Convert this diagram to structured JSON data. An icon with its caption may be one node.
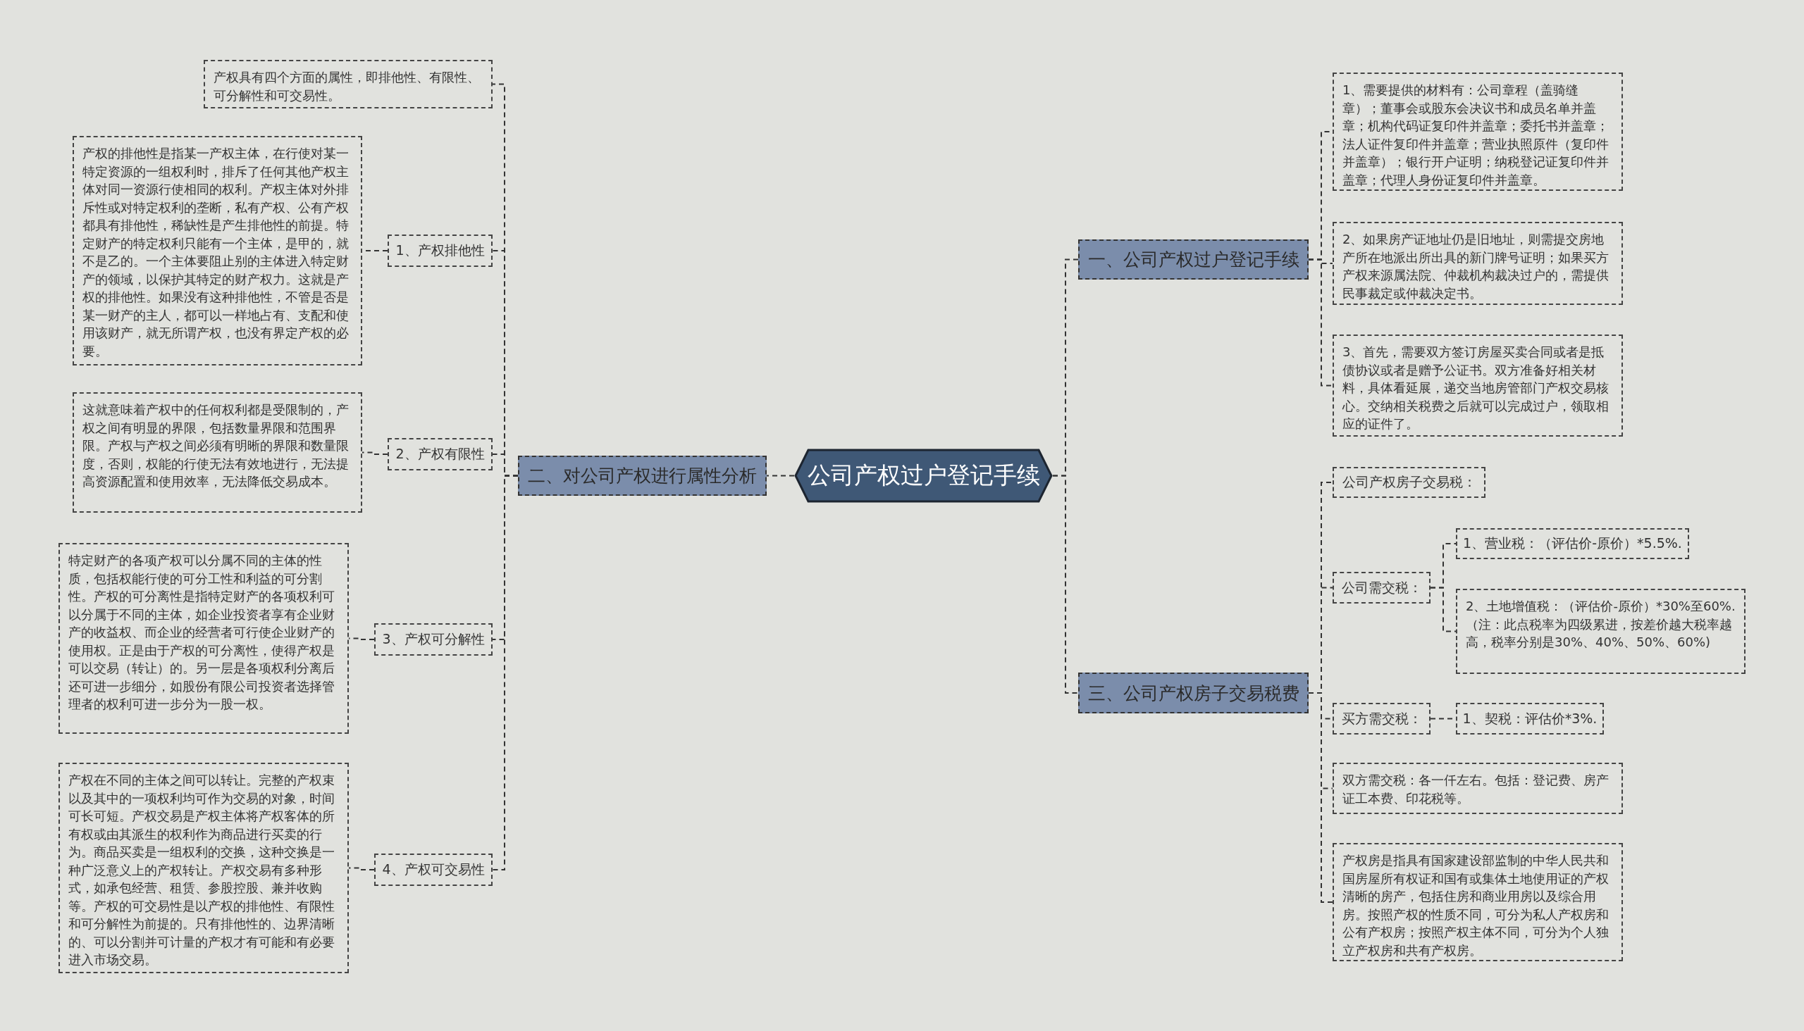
{
  "diagram": {
    "nodes": [
      {
        "text": [
          "公司产权过户登记手续"
        ]
      },
      {
        "text": [
          "一、公司产权过户登记手续"
        ]
      },
      {
        "text": [
          "1、需要提供的材料有：公司章程（盖骑缝章）；董事会或股东会决议书和成员名单并盖章；机构代码证复印件并盖章；委托书并盖章；法人证件复印件并盖章；营业执照原件（复印件并盖章）；银行开户证明；纳税登记证复印件并盖章；代理人身份证复印件并盖章。"
        ]
      },
      {
        "text": [
          "2、如果房产证地址仍是旧地址，则需提交房地产所在地派出所出具的新门牌号证明；如果买方产权来源属法院、仲裁机构裁决过户的，需提供民事裁定或仲裁决定书。"
        ]
      },
      {
        "text": [
          "3、首先，需要双方签订房屋买卖合同或者是抵债协议或者是赠予公证书。双方准备好相关材料，具体看延展，递交当地房管部门产权交易核心。交纳相关税费之后就可以完成过户，领取相应的证件了。"
        ]
      },
      {
        "text": [
          "二、对公司产权进行属性分析"
        ]
      },
      {
        "text": [
          "产权具有四个方面的属性，即排他性、有限性、可分解性和可交易性。"
        ]
      },
      {
        "text": [
          "1、产权排他性"
        ]
      },
      {
        "text": [
          "产权的排他性是指某一产权主体，在行使对某一特定资源的一组权利时，排斥了任何其他产权主体对同一资源行使相同的权利。产权主体对外排斥性或对特定权利的垄断，私有产权、公有产权都具有排他性，稀缺性是产生排他性的前提。特定财产的特定权利只能有一个主体，是甲的，就不是乙的。一个主体要阻止别的主体进入特定财产的领域，以保护其特定的财产权力。这就是产权的排他性。如果没有这种排他性，不管是否是某一财产的主人，都可以一样地占有、支配和使用该财产，就无所谓产权，也没有界定产权的必要。"
        ]
      },
      {
        "text": [
          "2、产权有限性"
        ]
      },
      {
        "text": [
          "这就意味着产权中的任何权利都是受限制的，产权之间有明显的界限，包括数量界限和范围界限。产权与产权之间必须有明晰的界限和数量限度，否则，权能的行使无法有效地进行，无法提高资源配置和使用效率，无法降低交易成本。"
        ]
      },
      {
        "text": [
          "3、产权可分解性"
        ]
      },
      {
        "text": [
          "特定财产的各项产权可以分属不同的主体的性质，包括权能行使的可分工性和利益的可分割性。产权的可分离性是指特定财产的各项权利可以分属于不同的主体，如企业投资者享有企业财产的收益权、而企业的经营者可行使企业财产的使用权。正是由于产权的可分离性，使得产权是可以交易（转让）的。另一层是各项权利分离后还可进一步细分，如股份有限公司投资者选择管理者的权利可进一步分为一股一权。"
        ]
      },
      {
        "text": [
          "4、产权可交易性"
        ]
      },
      {
        "text": [
          "产权在不同的主体之间可以转让。完整的产权束以及其中的一项权利均可作为交易的对象，时间可长可短。产权交易是产权主体将产权客体的所有权或由其派生的权利作为商品进行买卖的行为。商品买卖是一组权利的交换，这种交换是一种广泛意义上的产权转让。产权交易有多种形式，如承包经营、租赁、参股控股、兼并收购等。产权的可交易性是以产权的排他性、有限性和可分解性为前提的。只有排他性的、边界清晰的、可以分割并可计量的产权才有可能和有必要进入市场交易。"
        ]
      },
      {
        "text": [
          "三、公司产权房子交易税费"
        ]
      },
      {
        "text": [
          "公司产权房子交易税："
        ]
      },
      {
        "text": [
          "公司需交税："
        ]
      },
      {
        "text": [
          "1、营业税：（评估价-原价）*5.5%."
        ]
      },
      {
        "text": [
          "2、土地增值税：（评估价-原价）*30%至60%.（注：此点税率为四级累进，按差价越大税率越高，税率分别是30%、40%、50%、60%)"
        ]
      },
      {
        "text": [
          "买方需交税："
        ]
      },
      {
        "text": [
          "1、契税：评估价*3%."
        ]
      },
      {
        "text": [
          "双方需交税：各一仟左右。包括：登记费、房产证工本费、印花税等。"
        ]
      },
      {
        "text": [
          "产权房是指具有国家建设部监制的中华人民共和国房屋所有权证和国有或集体土地使用证的产权清晰的房产，包括住房和商业用房以及综合用房。按照产权的性质不同，可分为私人产权房和公有产权房；按照产权主体不同，可分为个人独立产权房和共有产权房。"
        ]
      }
    ],
    "edges": [
      {
        "from": 0,
        "to": 1,
        "arrow": "none"
      },
      {
        "from": 1,
        "to": 2,
        "arrow": "none"
      },
      {
        "from": 1,
        "to": 3,
        "arrow": "none"
      },
      {
        "from": 1,
        "to": 4,
        "arrow": "none"
      },
      {
        "from": 0,
        "to": 5,
        "arrow": "none"
      },
      {
        "from": 5,
        "to": 6,
        "arrow": "none"
      },
      {
        "from": 5,
        "to": 7,
        "arrow": "none"
      },
      {
        "from": 7,
        "to": 8,
        "arrow": "none"
      },
      {
        "from": 5,
        "to": 9,
        "arrow": "none"
      },
      {
        "from": 9,
        "to": 10,
        "arrow": "none"
      },
      {
        "from": 5,
        "to": 11,
        "arrow": "none"
      },
      {
        "from": 11,
        "to": 12,
        "arrow": "none"
      },
      {
        "from": 5,
        "to": 13,
        "arrow": "none"
      },
      {
        "from": 13,
        "to": 14,
        "arrow": "none"
      },
      {
        "from": 0,
        "to": 15,
        "arrow": "none"
      },
      {
        "from": 15,
        "to": 16,
        "arrow": "none"
      },
      {
        "from": 15,
        "to": 17,
        "arrow": "none"
      },
      {
        "from": 17,
        "to": 18,
        "arrow": "none"
      },
      {
        "from": 17,
        "to": 19,
        "arrow": "none"
      },
      {
        "from": 15,
        "to": 20,
        "arrow": "none"
      },
      {
        "from": 20,
        "to": 21,
        "arrow": "none"
      },
      {
        "from": 15,
        "to": 22,
        "arrow": "none"
      },
      {
        "from": 15,
        "to": 23,
        "arrow": "none"
      }
    ]
  }
}
